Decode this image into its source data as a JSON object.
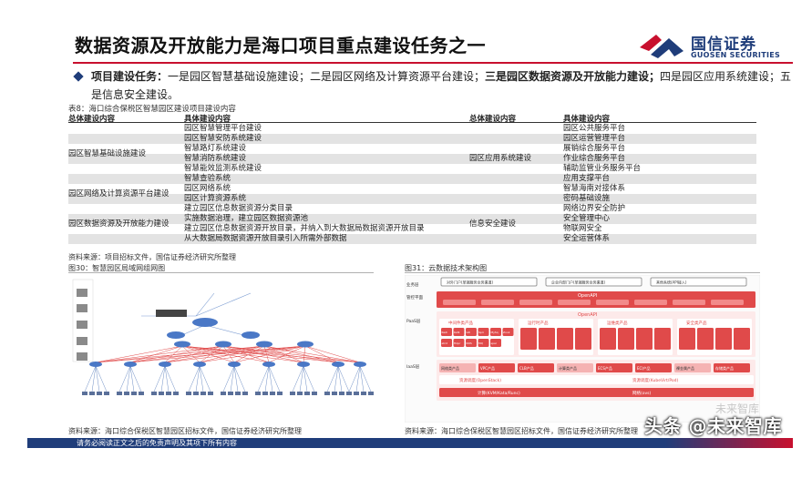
{
  "header": {
    "title": "数据资源及开放能力是海口项目重点建设任务之一",
    "brand_cn": "国信证券",
    "brand_en": "GUOSEN SECURITIES"
  },
  "bullet": {
    "lead": "项目建设任务：",
    "text1": "一是园区智慧基础设施建设；二是园区网络及计算资源平台建设；",
    "bold": "三是园区数据资源及开放能力建设；",
    "text2": "四是园区应用系统建设；五是信息安全建设。"
  },
  "table": {
    "caption": "表8：海口综合保税区智慧园区建设项目建设内容",
    "headers": [
      "总体建设内容",
      "具体建设内容",
      "总体建设内容",
      "具体建设内容"
    ],
    "left_groups": [
      "园区智慧基础设施建设",
      "园区网络及计算资源平台建设",
      "园区数据资源及开放能力建设"
    ],
    "left_items": [
      "园区智慧管理平台建设",
      "园区智慧安防系统建设",
      "智慧路灯系统建设",
      "智慧消防系统建设",
      "智慧能效监测系统建设",
      "智慧查验系统",
      "园区网络系统",
      "园区计算资源系统",
      "建立园区信息数据资源分类目录",
      "实施数据治理，建立园区数据资源池",
      "建立园区信息数据资源开放目录，并纳入到大数据局数据资源开放目录",
      "从大数据局数据资源开放目录引入所需外部数据"
    ],
    "right_groups": [
      "园区应用系统建设",
      "信息安全建设"
    ],
    "right_items": [
      "园区公共服务平台",
      "园区运营管理平台",
      "展销综合服务平台",
      "作业综合服务平台",
      "辅助监管业务服务平台",
      "应用支撑平台",
      "智慧海南对接体系",
      "密码基础设施",
      "网络边界安全防护",
      "安全管理中心",
      "物联网安全",
      "安全运营体系"
    ],
    "source": "资料来源：项目招标文件，国信证券经济研究所整理"
  },
  "figures": {
    "fig30_caption": "图30：智慧园区局域网组网图",
    "fig31_caption": "图31：云数据技术架构图",
    "fig30_source": "资料来源：海口综合保税区智慧园区招标文件，国信证券经济研究所整理",
    "fig31_source": "资料来源：海口综合保税区智慧园区招标文件，国信证券经济研究所整理",
    "arch_layers": [
      "业务层",
      "管控平面",
      "PaaS层",
      "IaaS层"
    ],
    "arch_top_boxes": [
      "对外门户(单端服务业务渠道)",
      "企业内部门户(单端服务业务渠道)",
      "其他系统(API接入)"
    ],
    "arch_paas_groups": [
      "中间件类产品",
      "运行时产品",
      "运维类产品",
      "安全类产品"
    ],
    "arch_paas_items": [
      "Redis",
      "Kafka",
      "Istio",
      "SpringCloud",
      "MySql",
      "Zookeeper",
      "etcd",
      "HAproxy",
      "RDS",
      "MQ",
      "spark"
    ],
    "arch_iaas_items": [
      "网络类产品",
      "VPC产品",
      "CLB产品",
      "计算类产品",
      "ECS产品",
      "ECI产品",
      "裸金属产品",
      "存储类产品"
    ],
    "arch_bottom": [
      "资源调度(OpenStack)",
      "资源调度(KubeVirt/Pod)",
      "计算(KVM/Kata/Runc)",
      "网络(ovs)"
    ],
    "open_api": "OpenAPI"
  },
  "footer": {
    "disclaimer": "请务必阅读正文之后的免责声明及其项下所有内容"
  },
  "watermark": {
    "text": "头条 @未来智库",
    "faint": "未来智库"
  },
  "colors": {
    "brand_blue": "#1f3d7a",
    "brand_red": "#c8102e",
    "band_gray": "#e3e3e3",
    "arch_red": "#e04a4a"
  }
}
